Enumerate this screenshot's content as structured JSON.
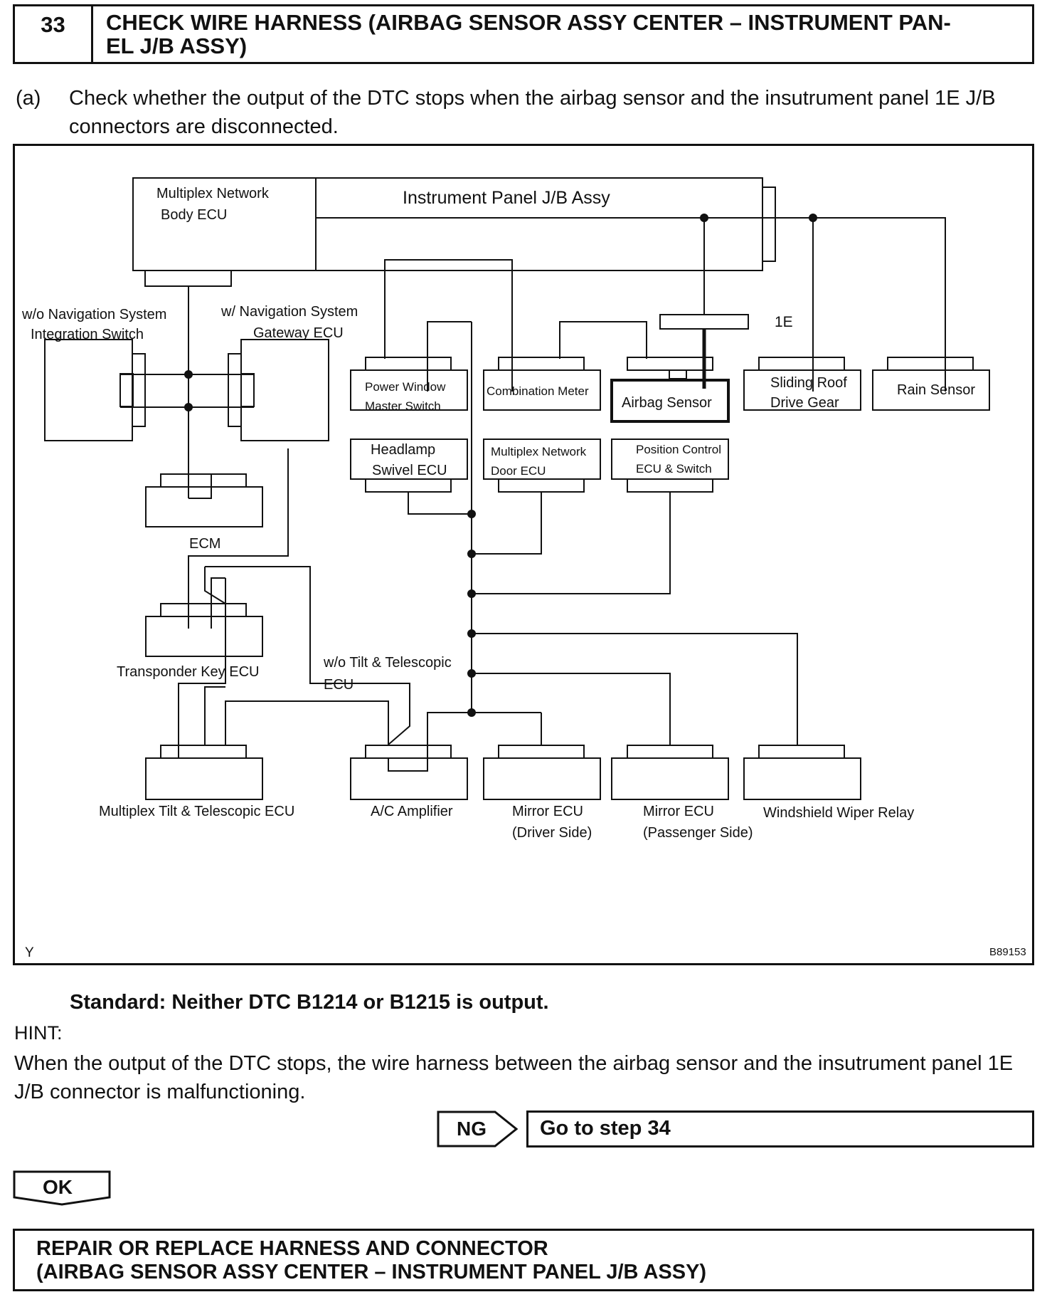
{
  "header": {
    "step_number": "33",
    "title_line1": "CHECK WIRE HARNESS (AIRBAG SENSOR ASSY CENTER – INSTRUMENT PAN-",
    "title_line2": "EL J/B ASSY)"
  },
  "step_a": {
    "marker": "(a)",
    "text": "Check whether the output of the DTC stops when the airbag sensor and the insutrument panel 1E J/B connectors are disconnected."
  },
  "diagram": {
    "body_ecu_line1": "Multiplex Network",
    "body_ecu_line2": "Body ECU",
    "jb_assy": "Instrument Panel J/B Assy",
    "connector_1e": "1E",
    "wo_nav_line1": "w/o Navigation System",
    "wo_nav_line2": "Integration Switch",
    "w_nav_line1": "w/ Navigation System",
    "w_nav_line2": "Gateway ECU",
    "power_window_line1": "Power Window",
    "power_window_line2": "Master Switch",
    "combination_meter": "Combination Meter",
    "airbag_sensor": "Airbag Sensor",
    "sliding_roof_line1": "Sliding Roof",
    "sliding_roof_line2": "Drive Gear",
    "rain_sensor": "Rain Sensor",
    "headlamp_line1": "Headlamp",
    "headlamp_line2": "Swivel ECU",
    "door_ecu_line1": "Multiplex Network",
    "door_ecu_line2": "Door ECU",
    "position_line1": "Position Control",
    "position_line2": "ECU & Switch",
    "ecm": "ECM",
    "transponder": "Transponder Key ECU",
    "wo_tilt_line1": "w/o  Tilt  &  Telescopic",
    "wo_tilt_line2": "ECU",
    "tilt_ecu": "Multiplex Tilt & Telescopic ECU",
    "ac_amp": "A/C Amplifier",
    "mirror_driver_line1": "Mirror ECU",
    "mirror_driver_line2": "(Driver Side)",
    "mirror_pass_line1": "Mirror ECU",
    "mirror_pass_line2": "(Passenger Side)",
    "wiper_relay": "Windshield Wiper Relay",
    "corner_y": "Y",
    "figure_id": "B89153"
  },
  "standard": "Standard: Neither DTC B1214 or B1215 is output.",
  "hint_label": "HINT:",
  "hint_text": "When the output of the DTC stops, the wire harness between the airbag sensor and the insutrument panel 1E J/B connector is malfunctioning.",
  "ng_label": "NG",
  "goto_text": "Go to step 34",
  "ok_label": "OK",
  "repair_line1": "REPAIR OR REPLACE HARNESS AND CONNECTOR",
  "repair_line2": "(AIRBAG SENSOR ASSY CENTER – INSTRUMENT PANEL J/B ASSY)"
}
